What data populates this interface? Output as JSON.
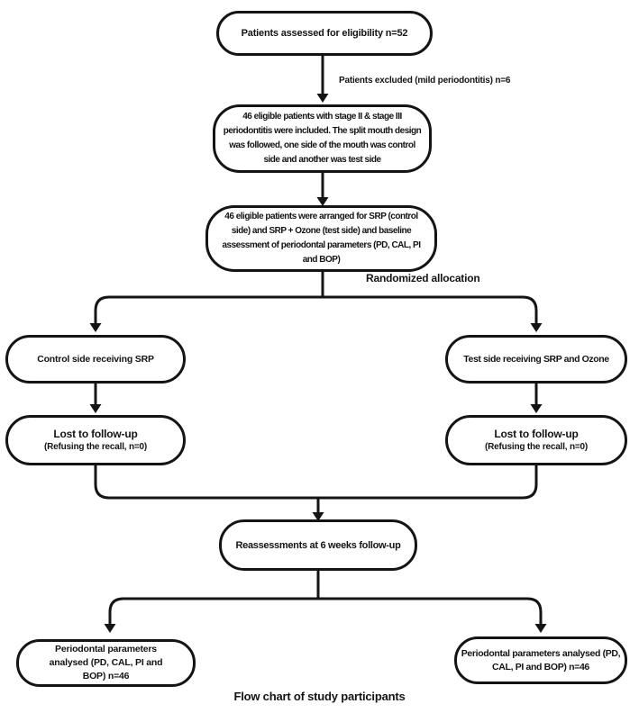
{
  "flowchart": {
    "caption": "Flow chart of study participants",
    "nodes": {
      "eligibility": {
        "text": "Patients assessed for eligibility n=52"
      },
      "included": {
        "text": "46 eligible patients with stage II & stage III periodontitis were included. The split mouth design was followed, one side of the mouth was control side and another was test side"
      },
      "baseline": {
        "text": "46 eligible patients were arranged for SRP (control side) and SRP + Ozone (test side) and baseline assessment of periodontal parameters (PD, CAL, PI and BOP)"
      },
      "control_arm": {
        "text": "Control side receiving SRP"
      },
      "test_arm": {
        "text": "Test side receiving SRP and Ozone"
      },
      "lost_control": {
        "title": "Lost to follow-up",
        "subtitle": "(Refusing the recall, n=0)"
      },
      "lost_test": {
        "title": "Lost to follow-up",
        "subtitle": "(Refusing the recall, n=0)"
      },
      "reassessment": {
        "text": "Reassessments at 6 weeks follow-up"
      },
      "outcome_control": {
        "text": "Periodontal parameters analysed (PD, CAL, PI and BOP) n=46"
      },
      "outcome_test": {
        "text": "Periodontal parameters analysed (PD, CAL, PI and BOP) n=46"
      }
    },
    "annotations": {
      "excluded": "Patients excluded (mild periodontitis) n=6",
      "randomized": "Randomized allocation"
    },
    "colors": {
      "line": "#141414",
      "background": "#ffffff",
      "text": "#141414"
    }
  }
}
